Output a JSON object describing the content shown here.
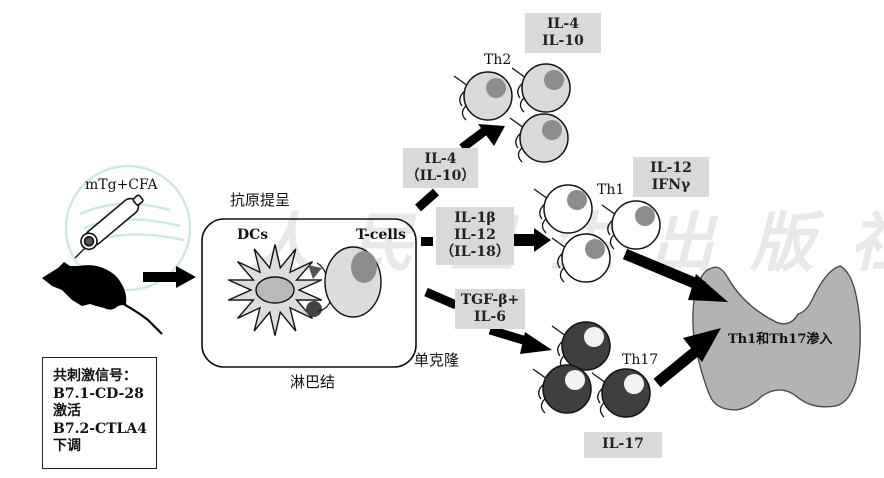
{
  "diagram": {
    "title": "",
    "mouse": {
      "injection_label": "mTg+CFA"
    },
    "lymph_node": {
      "top_label": "抗原提呈",
      "bottom_label": "淋巴结",
      "dc_label": "DCs",
      "tcell_label": "T-cells",
      "clonal_label": "单克隆"
    },
    "costim_box": {
      "lines": [
        "共刺激信号：",
        "B7.1-CD-28",
        "激活",
        "B7.2-CTLA4",
        "下调"
      ]
    },
    "pathways": [
      {
        "name": "th2",
        "inducer_lines": [
          "IL-4",
          "（IL-10）"
        ],
        "cell_label": "Th2",
        "cytokine_lines": [
          "IL-4",
          "IL-10"
        ]
      },
      {
        "name": "th1",
        "inducer_lines": [
          "IL-1β",
          "IL-12",
          "（IL-18）"
        ],
        "cell_label": "Th1",
        "cytokine_lines": [
          "IL-12",
          "IFNγ"
        ]
      },
      {
        "name": "th17",
        "inducer_lines": [
          "TGF-β+",
          "IL-6"
        ],
        "cell_label": "Th17",
        "cytokine_lines": [
          "IL-17"
        ]
      }
    ],
    "thyroid": {
      "label": "Th1和Th17渗入"
    },
    "watermark": "人民卫生出版社",
    "colors": {
      "th2_cell": "#d9d9d9",
      "th2_nucleus": "#8c8c8c",
      "th1_cell": "#ffffff",
      "th1_nucleus": "#8c8c8c",
      "th17_cell": "#3f3f3f",
      "th17_nucleus": "#f2f2f2",
      "thyroid": "#b3b3b3",
      "label_box": "#d9d9d9",
      "arrow": "#000000"
    }
  }
}
